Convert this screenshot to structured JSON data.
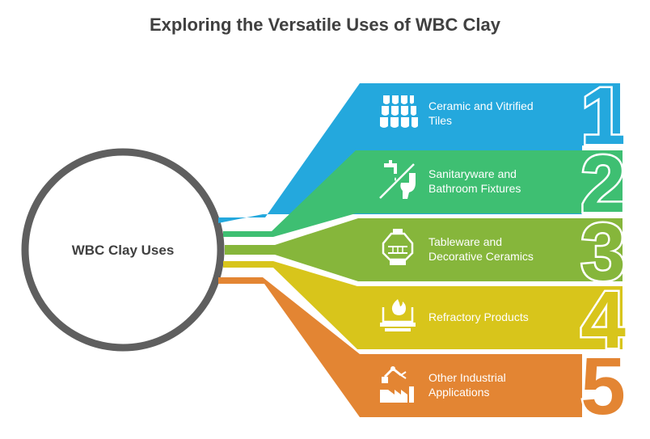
{
  "title": "Exploring the Versatile Uses of WBC Clay",
  "center_label": "WBC Clay Uses",
  "colors": {
    "ring": "#5f5f5f",
    "text": "#404040",
    "white": "#ffffff"
  },
  "items": [
    {
      "number": "1",
      "line1": "Ceramic and Vitrified",
      "line2": "Tiles",
      "color": "#24a8dd",
      "icon": "roof-tiles-icon"
    },
    {
      "number": "2",
      "line1": "Sanitaryware and",
      "line2": "Bathroom Fixtures",
      "color": "#3ebf72",
      "icon": "faucet-toilet-icon"
    },
    {
      "number": "3",
      "line1": "Tableware and",
      "line2": "Decorative Ceramics",
      "color": "#86b63b",
      "icon": "ceramic-vase-icon"
    },
    {
      "number": "4",
      "line1": "Refractory Products",
      "line2": "",
      "color": "#d8c51b",
      "icon": "furnace-flame-icon"
    },
    {
      "number": "5",
      "line1": "Other Industrial",
      "line2": "Applications",
      "color": "#e38533",
      "icon": "factory-robot-icon"
    }
  ]
}
